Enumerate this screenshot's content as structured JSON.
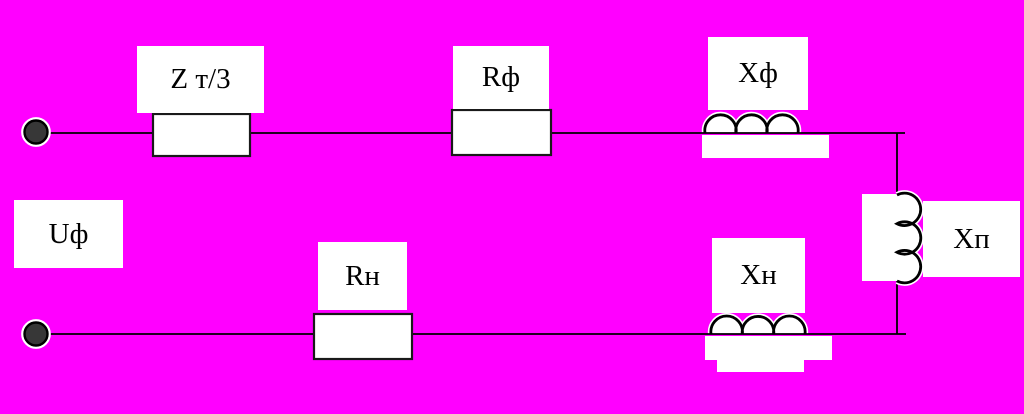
{
  "circuit": {
    "description": "single-phase equivalent circuit diagram",
    "colors": {
      "background": "#ff00ff",
      "wire": "#000000",
      "component_fill": "#ffffff",
      "component_border": "#1a1a1a",
      "terminal_fill": "#373737"
    },
    "source": {
      "label": "Uф",
      "terminal_count": 2
    },
    "series_top": [
      {
        "id": "transformer-impedance",
        "label": "Z т/3",
        "component": "resistor"
      },
      {
        "id": "phase-resistance",
        "label": "Rф",
        "component": "resistor"
      },
      {
        "id": "phase-reactance",
        "label": "Xф",
        "component": "inductor"
      }
    ],
    "series_bottom": [
      {
        "id": "load-resistance",
        "label": "Rн",
        "component": "resistor"
      },
      {
        "id": "load-reactance",
        "label": "Xн",
        "component": "inductor"
      }
    ],
    "shunt": {
      "id": "shunt-reactance",
      "label": "Xп",
      "component": "inductor"
    }
  }
}
